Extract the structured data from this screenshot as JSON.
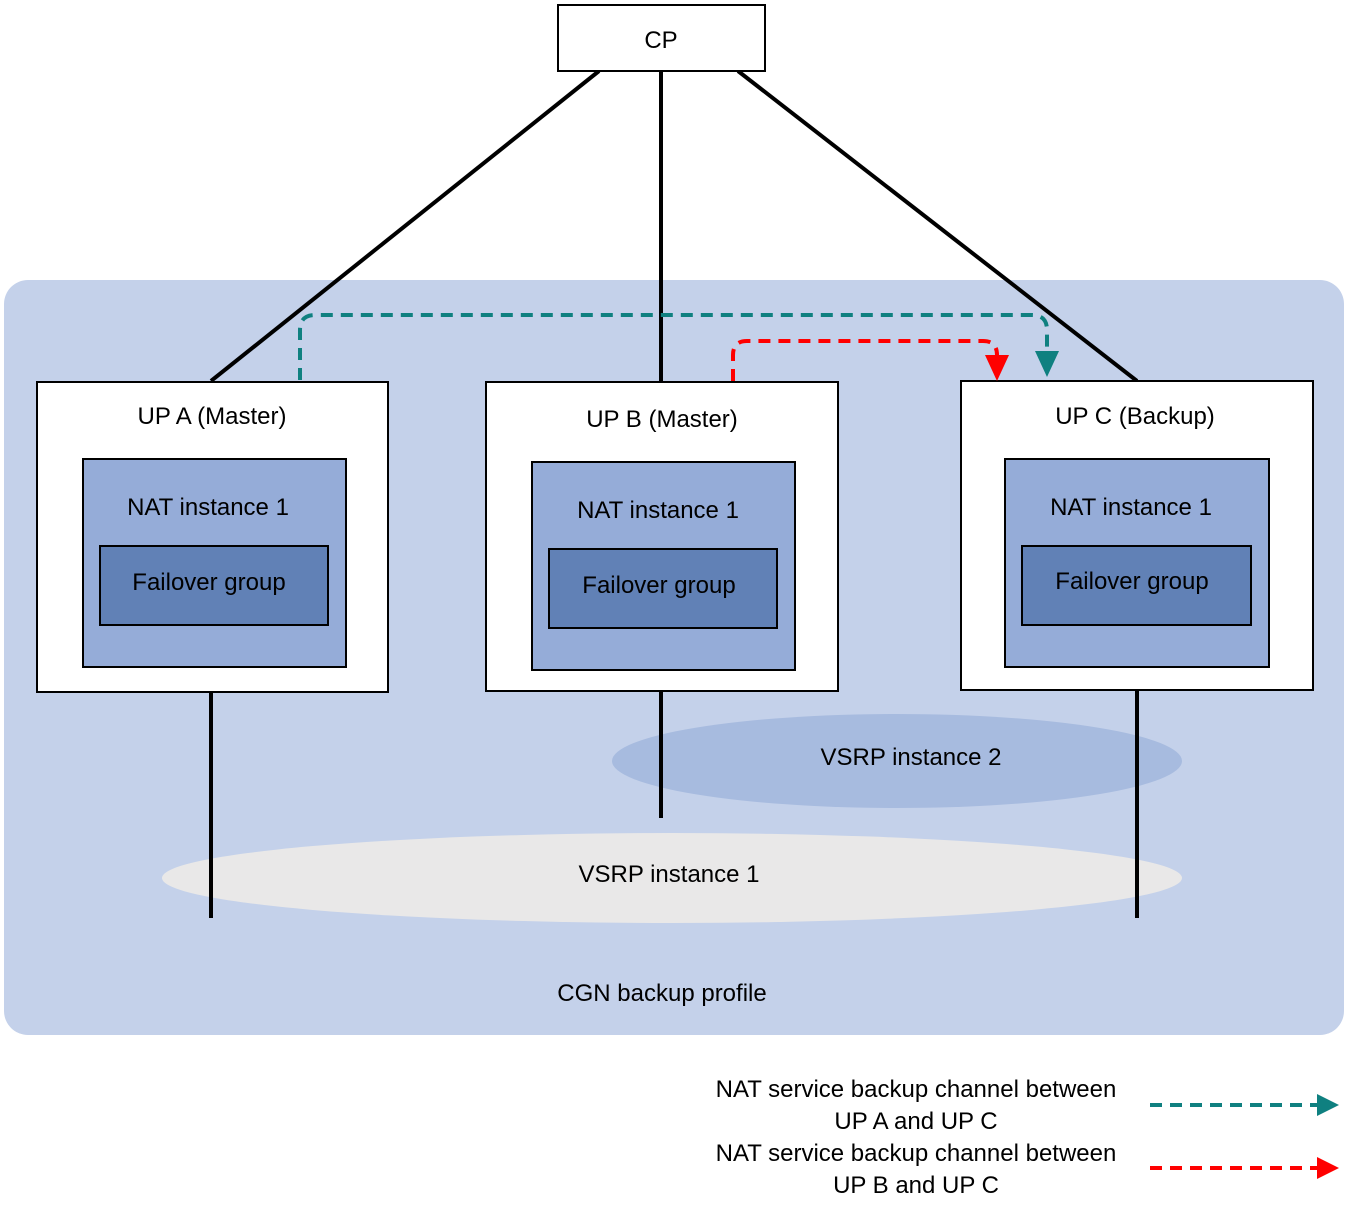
{
  "cp": {
    "label": "CP"
  },
  "profile": {
    "label": "CGN backup profile"
  },
  "ups": [
    {
      "title": "UP A (Master)",
      "nat_label": "NAT instance 1",
      "failover_label": "Failover group"
    },
    {
      "title": "UP B (Master)",
      "nat_label": "NAT instance 1",
      "failover_label": "Failover group"
    },
    {
      "title": "UP C (Backup)",
      "nat_label": "NAT instance 1",
      "failover_label": "Failover group"
    }
  ],
  "vsrp": [
    {
      "label": "VSRP instance 1"
    },
    {
      "label": "VSRP instance 2"
    }
  ],
  "legend": [
    {
      "line1": "NAT service backup channel between",
      "line2": "UP A and UP C",
      "color": "#0f8080"
    },
    {
      "line1": "NAT service backup channel between",
      "line2": "UP B and UP C",
      "color": "#ff0000"
    }
  ],
  "colors": {
    "profile_bg": "#c4d1ea",
    "nat_fill": "#95acd8",
    "failover_fill": "#6181b6",
    "vsrp1_fill": "#e9e8e8",
    "vsrp2_fill": "#a7bbdf",
    "teal": "#0f8080",
    "red": "#ff0000"
  }
}
